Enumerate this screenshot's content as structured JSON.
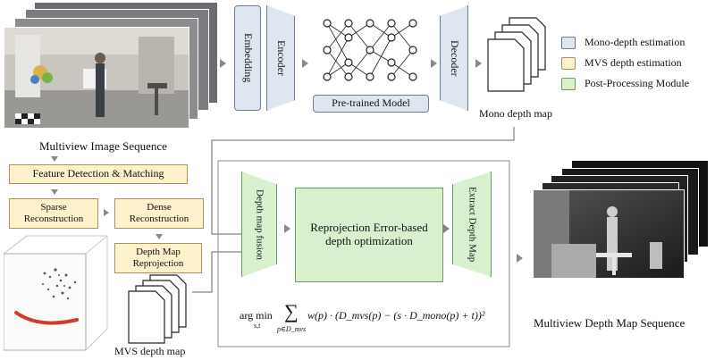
{
  "inputs": {
    "image_sequence_label": "Multiview Image Sequence"
  },
  "mono_branch": {
    "embedding": "Embedding",
    "encoder": "Encoder",
    "pretrained_model": "Pre-trained Model",
    "decoder": "Decoder",
    "output_label": "Mono depth map"
  },
  "mvs_branch": {
    "feature": "Feature Detection & Matching",
    "sparse": "Sparse Reconstruction",
    "dense": "Dense Reconstruction",
    "reprojection": "Depth Map Reprojection",
    "output_label": "MVS depth map"
  },
  "post_processing": {
    "fusion": "Depth map fusion",
    "optimization": "Reprojection Error-based depth optimization",
    "extract": "Extract Depth Map",
    "formula": {
      "argmin": "arg min",
      "subject": "s,t",
      "sum_sub": "p∈D_mvs",
      "body": "w(p) · (D_mvs(p) − (s · D_mono(p) + t))²"
    }
  },
  "output_label": "Multiview Depth Map Sequence",
  "legend": [
    {
      "label": "Mono-depth estimation",
      "color": "#dfe6f0",
      "border": "#6b7f99"
    },
    {
      "label": "MVS depth estimation",
      "color": "#fdf2cc",
      "border": "#a8925a"
    },
    {
      "label": "Post-Processing Module",
      "color": "#d9f0cf",
      "border": "#6f9a5e"
    }
  ]
}
